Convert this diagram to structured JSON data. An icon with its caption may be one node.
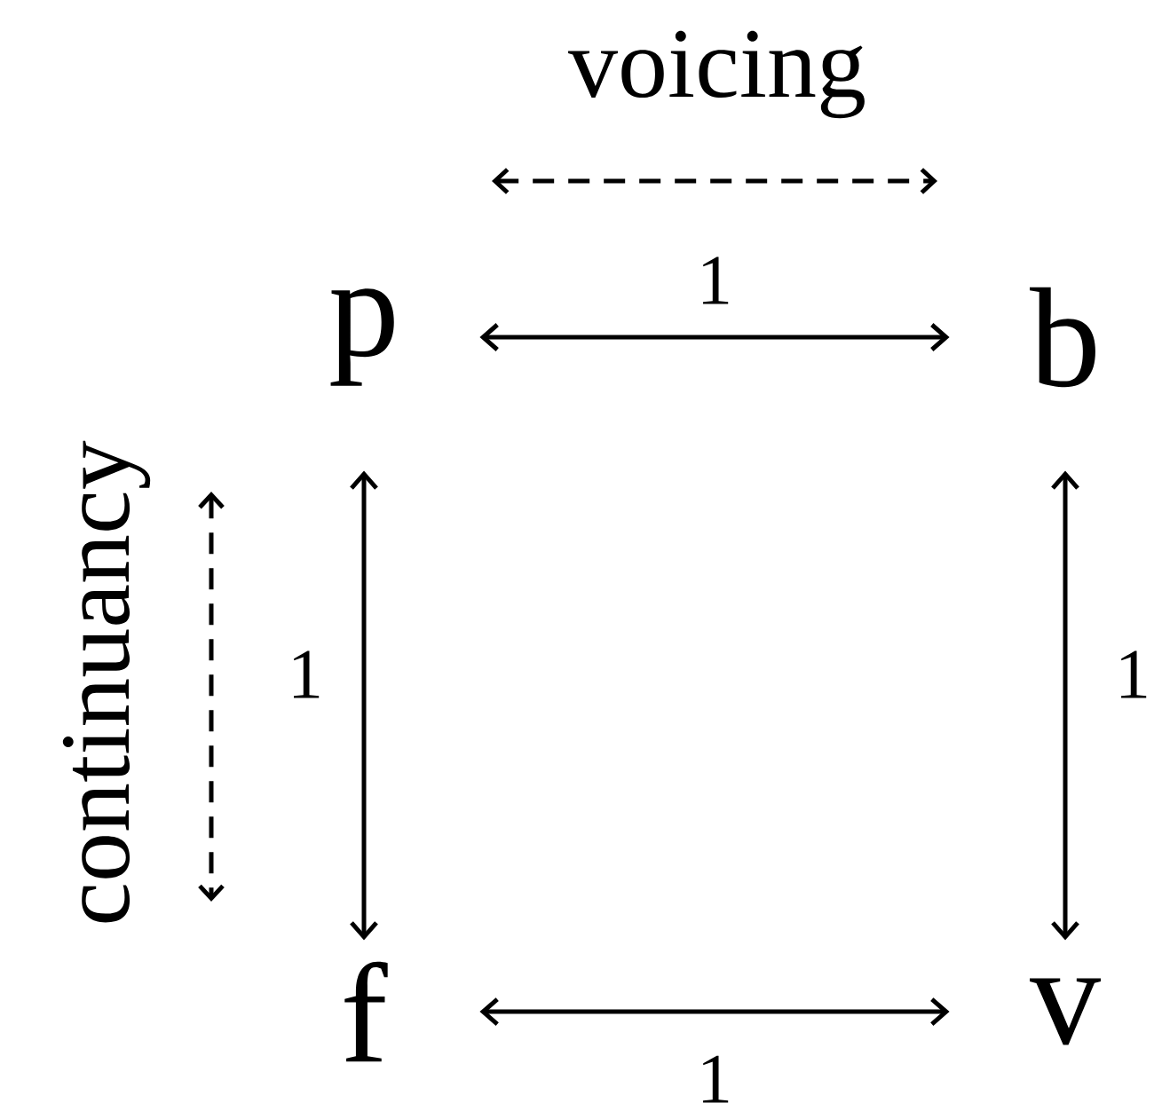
{
  "diagram": {
    "nodes": [
      {
        "text": [
          "p"
        ]
      },
      {
        "text": [
          "b"
        ]
      },
      {
        "text": [
          "f"
        ]
      },
      {
        "text": [
          "v"
        ]
      }
    ],
    "edges": [
      {
        "from": 0,
        "to": 1,
        "arrow": "both",
        "label": "1"
      },
      {
        "from": 0,
        "to": 2,
        "arrow": "both",
        "label": "1"
      },
      {
        "from": 1,
        "to": 3,
        "arrow": "both",
        "label": "1"
      },
      {
        "from": 2,
        "to": 3,
        "arrow": "both",
        "label": "1"
      }
    ],
    "labels": [
      "voicing",
      "continuancy"
    ]
  }
}
